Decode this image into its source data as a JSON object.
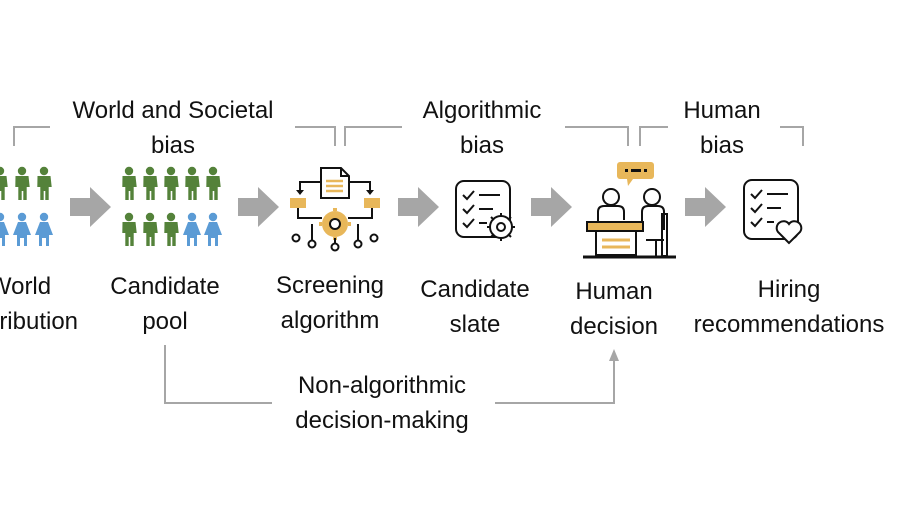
{
  "colors": {
    "person_green": "#54823A",
    "person_blue": "#5B9BD5",
    "arrow_gray": "#A6A6A6",
    "bracket_gray": "#A6A6A6",
    "accent_gold": "#E8B75A",
    "icon_black": "#111111"
  },
  "icons": [
    "people-group-icon",
    "people-group-icon",
    "algorithm-gear-icon",
    "checklist-gear-icon",
    "interview-desk-icon",
    "checklist-heart-icon"
  ],
  "bias_labels": {
    "world": {
      "line1": "World and Societal",
      "line2": "bias"
    },
    "algorithmic": {
      "line1": "Algorithmic",
      "line2": "bias"
    },
    "human": {
      "line1": "Human",
      "line2": "bias"
    }
  },
  "stages": {
    "world": {
      "line1": "World",
      "line2": "distribution"
    },
    "pool": {
      "line1": "Candidate",
      "line2": "pool"
    },
    "screening": {
      "line1": "Screening",
      "line2": "algorithm"
    },
    "slate": {
      "line1": "Candidate",
      "line2": "slate"
    },
    "human": {
      "line1": "Human",
      "line2": "decision"
    },
    "hiring": {
      "line1": "Hiring",
      "line2": "recommendations"
    }
  },
  "bypass": {
    "line1": "Non-algorithmic",
    "line2": "decision-making"
  }
}
